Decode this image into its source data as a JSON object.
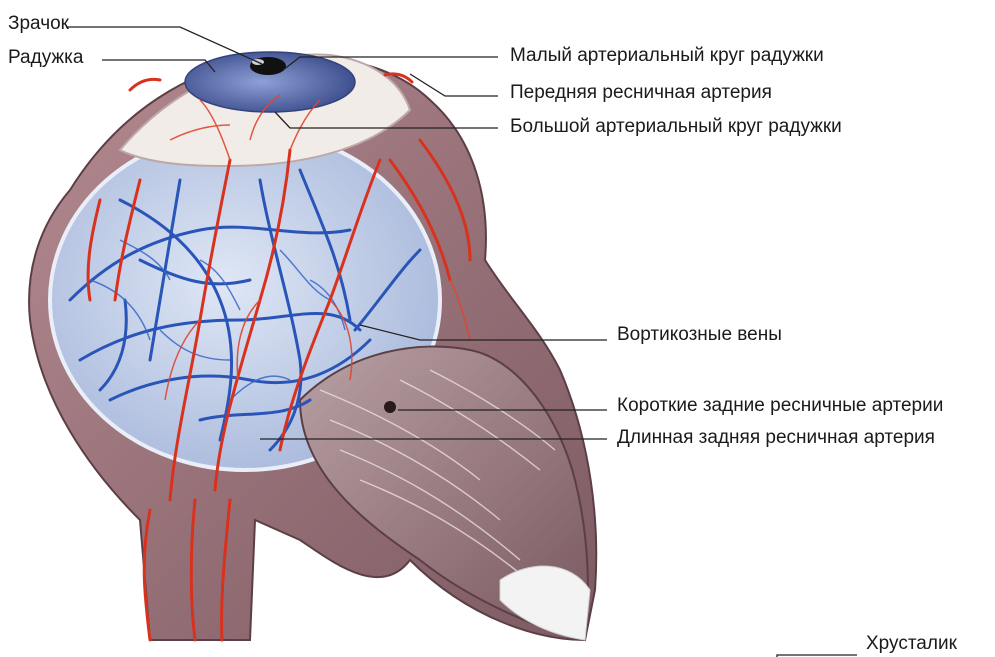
{
  "diagram": {
    "labels": {
      "pupil": "Зрачок",
      "iris": "Радужка",
      "minor_arterial_circle": "Малый артериальный круг радужки",
      "anterior_ciliary_artery": "Передняя ресничная артерия",
      "major_arterial_circle": "Большой артериальный круг радужки",
      "vorticose_veins": "Вортикозные вены",
      "short_posterior_ciliary": "Короткие задние ресничные артерии",
      "long_posterior_ciliary": "Длинная задняя ресничная артерия",
      "lens": "Хрусталик"
    },
    "colors": {
      "artery": "#d8321f",
      "vein": "#2a55b8",
      "choroid_bg": "#c9d6ec",
      "sclera": "#9a6f78",
      "iris": "#5b6fb0",
      "nerve": "#8a6a70"
    }
  }
}
